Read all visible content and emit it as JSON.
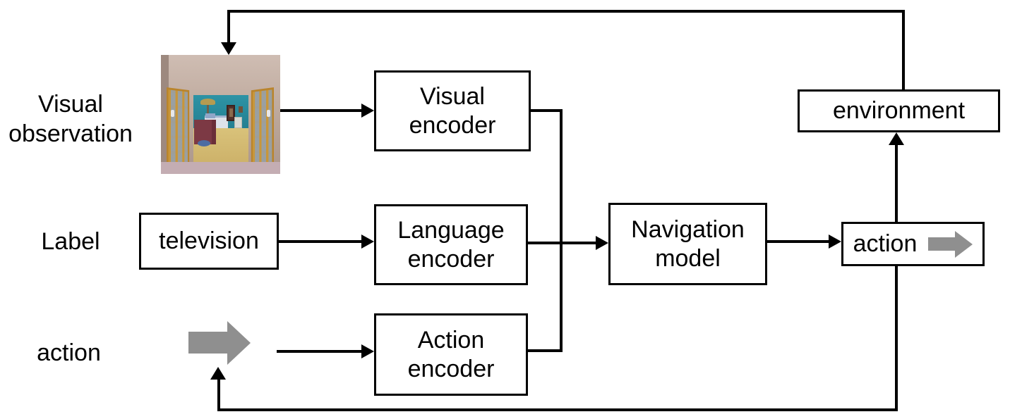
{
  "labels": {
    "visual_observation_line1": "Visual",
    "visual_observation_line2": "observation",
    "label_row": "Label",
    "action_row": "action"
  },
  "boxes": {
    "television": "television",
    "visual_encoder_line1": "Visual",
    "visual_encoder_line2": "encoder",
    "language_encoder_line1": "Language",
    "language_encoder_line2": "encoder",
    "action_encoder_line1": "Action",
    "action_encoder_line2": "encoder",
    "navigation_model_line1": "Navigation",
    "navigation_model_line2": "model",
    "action_output": "action",
    "environment": "environment"
  },
  "icons": {
    "action_input_arrow": "right-block-arrow",
    "action_output_arrow": "right-block-arrow",
    "observation_image": "room-through-open-double-doors"
  },
  "colors": {
    "line": "#000000",
    "box_border": "#000000",
    "box_bg": "#ffffff",
    "text": "#000000",
    "gray_arrow": "#8f8f8f",
    "background": "#ffffff"
  }
}
